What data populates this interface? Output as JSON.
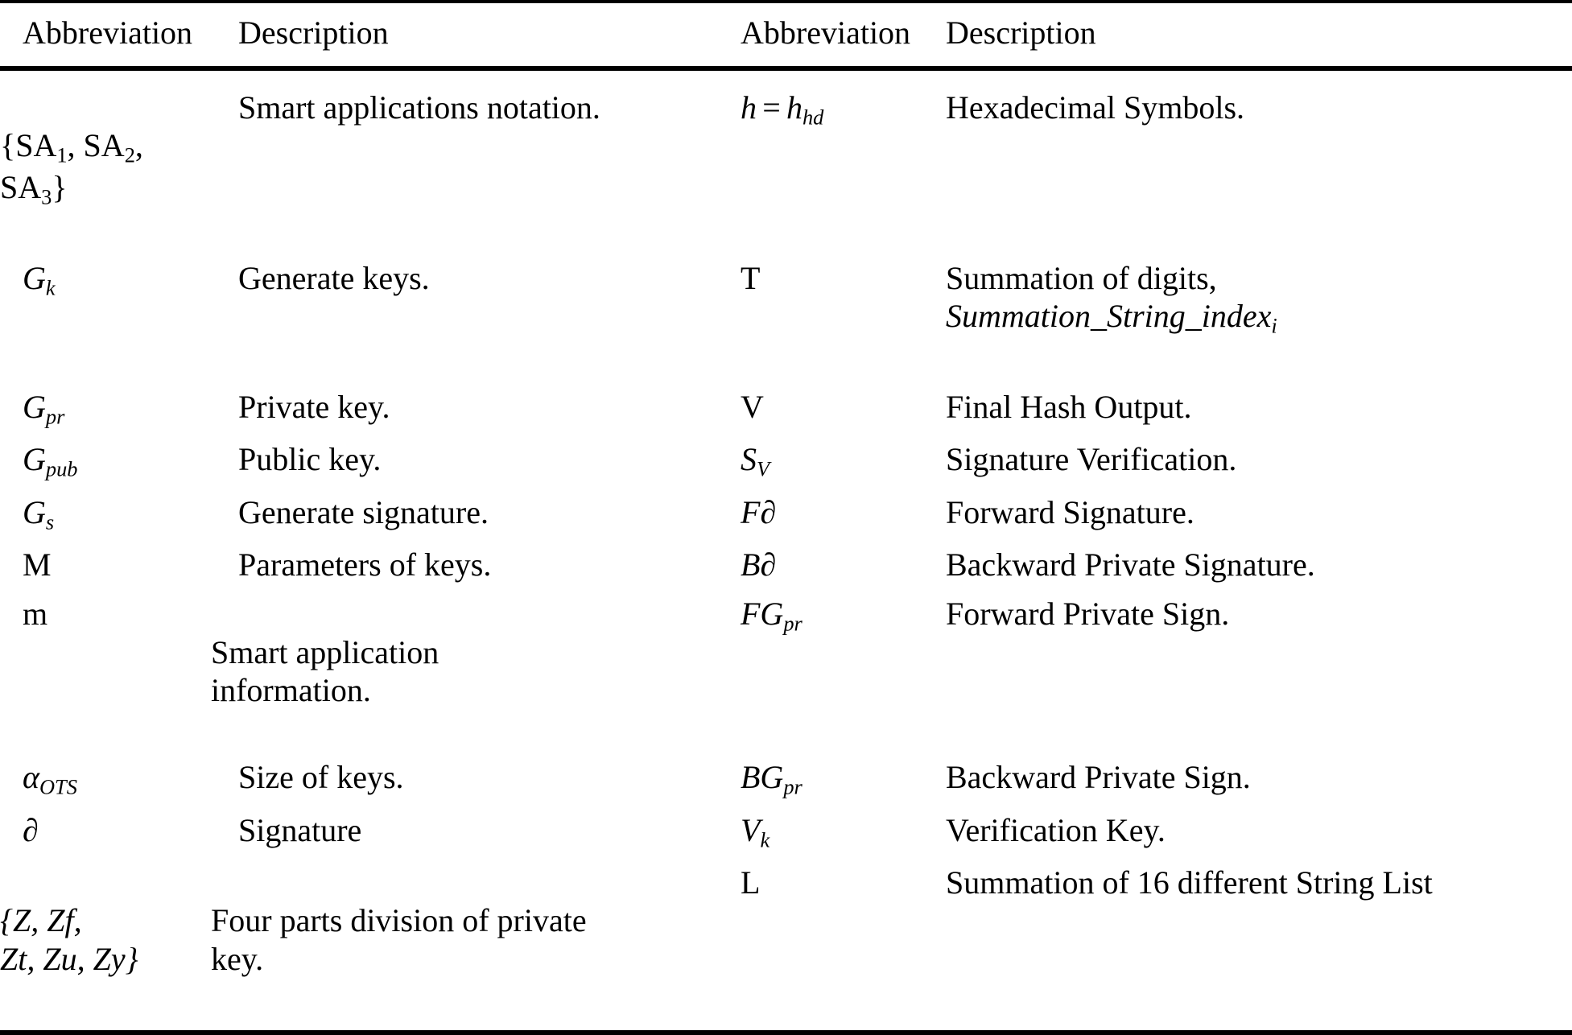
{
  "table": {
    "headers": [
      "Abbreviation",
      "Description",
      "Abbreviation",
      "Description"
    ],
    "rows": [
      {
        "abbr_left_line1": "{SA₁, SA₂,",
        "abbr_left_line2": "SA₃}",
        "desc_left": "Smart applications notation.",
        "abbr_right": "h = hₕₔ",
        "desc_right": "Hexadecimal Symbols."
      },
      {
        "abbr_left": "Gₖ",
        "desc_left": "Generate keys.",
        "abbr_right": "T",
        "desc_right_line1": "Summation of digits,",
        "desc_right_line2": "Summation_String_indexᵢ"
      },
      {
        "abbr_left": "Gₚᵣ",
        "desc_left": "Private key.",
        "abbr_right": "V",
        "desc_right": "Final Hash Output."
      },
      {
        "abbr_left": "Gₚᵤᵦ",
        "desc_left": "Public key.",
        "abbr_right": "Sᵥ",
        "desc_right": "Signature Verification."
      },
      {
        "abbr_left": "Gₛ",
        "desc_left": "Generate signature.",
        "abbr_right": "F∂",
        "desc_right": "Forward Signature."
      },
      {
        "abbr_left": "M",
        "desc_left": "Parameters of keys.",
        "abbr_right": "B∂",
        "desc_right": "Backward Private Signature."
      },
      {
        "abbr_left": "m",
        "desc_left_line1": "Smart application",
        "desc_left_line2": "information.",
        "abbr_right": "FGₚᵣ",
        "desc_right": "Forward Private Sign."
      },
      {
        "abbr_left": "αₒₜₛ",
        "desc_left": "Size of keys.",
        "abbr_right": "BGₚᵣ",
        "desc_right": "Backward Private Sign."
      },
      {
        "abbr_left": "∂",
        "desc_left": "Signature",
        "abbr_right": "Vₖ",
        "desc_right": "Verification Key."
      },
      {
        "abbr_left_line1": "{Z, Zf,",
        "abbr_left_line2": "Zt, Zu, Zy}",
        "desc_left_line1": "Four parts division of private",
        "desc_left_line2": "key.",
        "abbr_right": "L",
        "desc_right": "Summation of 16 different String List"
      }
    ],
    "symbols": {
      "row1_abbr_left_base": "SA",
      "row1_subs": [
        "1",
        "2",
        "3"
      ],
      "row1_right_var": "h",
      "row1_right_op": "=",
      "row1_right_sub": "hd",
      "G": "G",
      "sub_k": "k",
      "sub_pr": "pr",
      "sub_pub": "pub",
      "sub_s": "s",
      "S": "S",
      "sub_V": "V",
      "partial": "∂",
      "F": "F",
      "B": "B",
      "alpha": "α",
      "sub_OTS": "OTS",
      "V": "V",
      "Z": "Z",
      "Zf": "Zf",
      "Zt": "Zt",
      "Zu": "Zu",
      "Zy": "Zy",
      "index_i": "i",
      "summation_string_index": "Summation_String_index"
    },
    "colors": {
      "text": "#000000",
      "background": "#ffffff",
      "rule": "#000000"
    }
  }
}
